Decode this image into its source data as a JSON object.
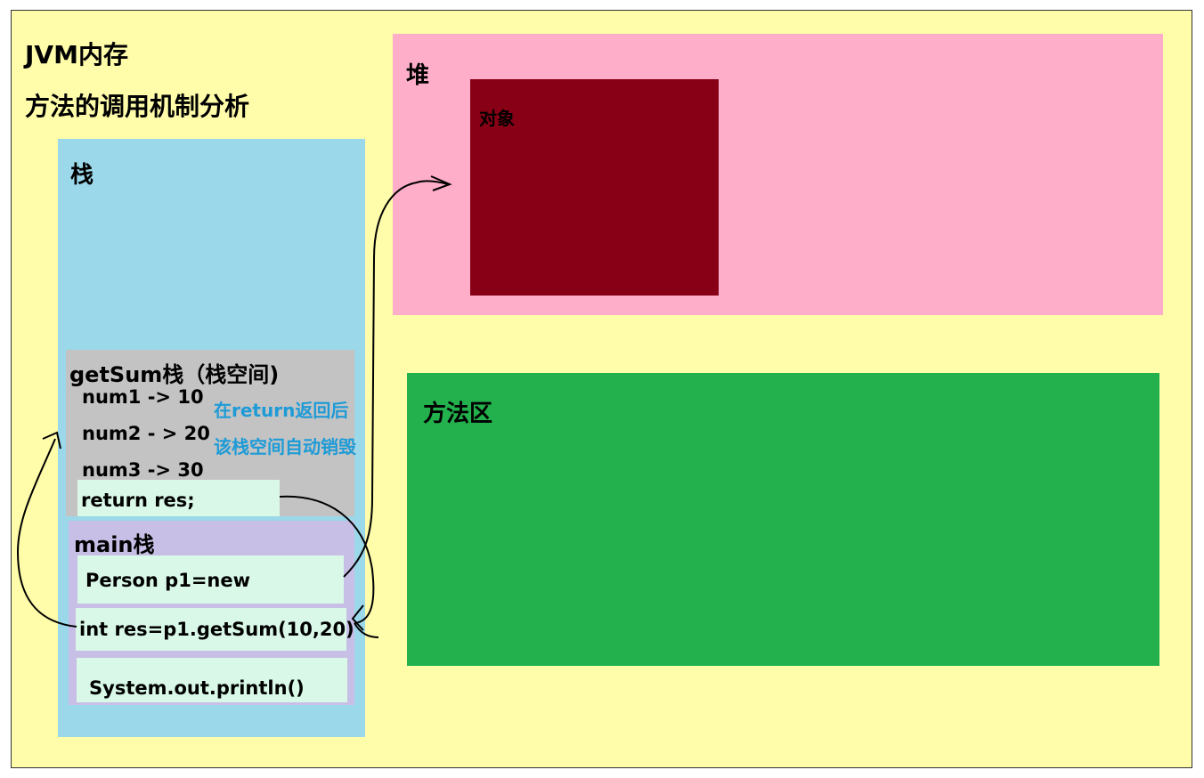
{
  "title_line1": "JVM内存",
  "title_line2": "方法的调用机制分析",
  "heap": {
    "label": "堆",
    "object_label": "对象"
  },
  "stack": {
    "label": "栈",
    "getsum_frame": {
      "label": "getSum栈（栈空间)",
      "lines": [
        "num1 -> 10",
        "num2 - > 20",
        "num3 -> 30"
      ],
      "return_line": "return res;"
    },
    "note_line1": "在return返回后",
    "note_line2": "该栈空间自动销毁",
    "main_frame": {
      "label": "main栈",
      "lines": [
        "Person p1=new",
        "int res=p1.getSum(10,20)",
        "System.out.println()"
      ]
    }
  },
  "method_area": {
    "label": "方法区"
  },
  "colors": {
    "background": "#fffcaa",
    "stack": "#9ad8ea",
    "heap": "#ffaec9",
    "object": "#880015",
    "method_area": "#22b14c",
    "getsum_frame": "#c3c3c3",
    "main_frame": "#c8bfe7",
    "code_box": "#d9f8e8",
    "note": "#1e9bd7"
  }
}
